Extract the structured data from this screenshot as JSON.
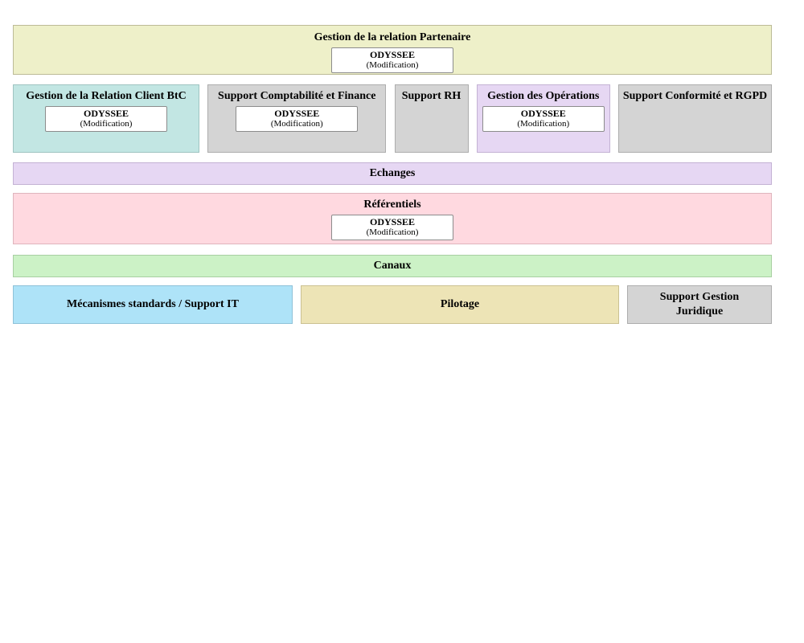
{
  "palette": {
    "khaki": "#eef0c9",
    "teal": "#c2e6e3",
    "gray": "#d4d4d4",
    "lavender": "#e6d7f3",
    "pink": "#ffd9e0",
    "green": "#ccf2c6",
    "blue": "#aee3f8",
    "tan": "#ede4b6",
    "block_border": "#a6a6a6",
    "tag_border": "#8c8c8c",
    "text": "#000000"
  },
  "tag": {
    "title": "ODYSSEE",
    "subtitle": "(Modification)"
  },
  "rows": [
    {
      "cells": [
        {
          "title": "Gestion de la relation Partenaire",
          "color": "khaki",
          "has_tag": true
        }
      ]
    },
    {
      "cells": [
        {
          "title": "Gestion de la Relation Client BtC",
          "color": "teal",
          "has_tag": true
        },
        {
          "title": "Support Comptabilité et Finance",
          "color": "gray",
          "has_tag": true
        },
        {
          "title": "Support RH",
          "color": "gray",
          "has_tag": false
        },
        {
          "title": "Gestion des Opérations",
          "color": "lavender",
          "has_tag": true
        },
        {
          "title": "Support Conformité et RGPD",
          "color": "gray",
          "has_tag": false
        }
      ]
    },
    {
      "cells": [
        {
          "title": "Echanges",
          "color": "lavender",
          "has_tag": false
        }
      ]
    },
    {
      "cells": [
        {
          "title": "Référentiels",
          "color": "pink",
          "has_tag": true
        }
      ]
    },
    {
      "cells": [
        {
          "title": "Canaux",
          "color": "green",
          "has_tag": false
        }
      ]
    },
    {
      "cells": [
        {
          "title": "Mécanismes standards / Support IT",
          "color": "blue",
          "has_tag": false
        },
        {
          "title": "Pilotage",
          "color": "tan",
          "has_tag": false
        },
        {
          "title": "Support Gestion Juridique",
          "color": "gray",
          "has_tag": false
        }
      ]
    }
  ]
}
